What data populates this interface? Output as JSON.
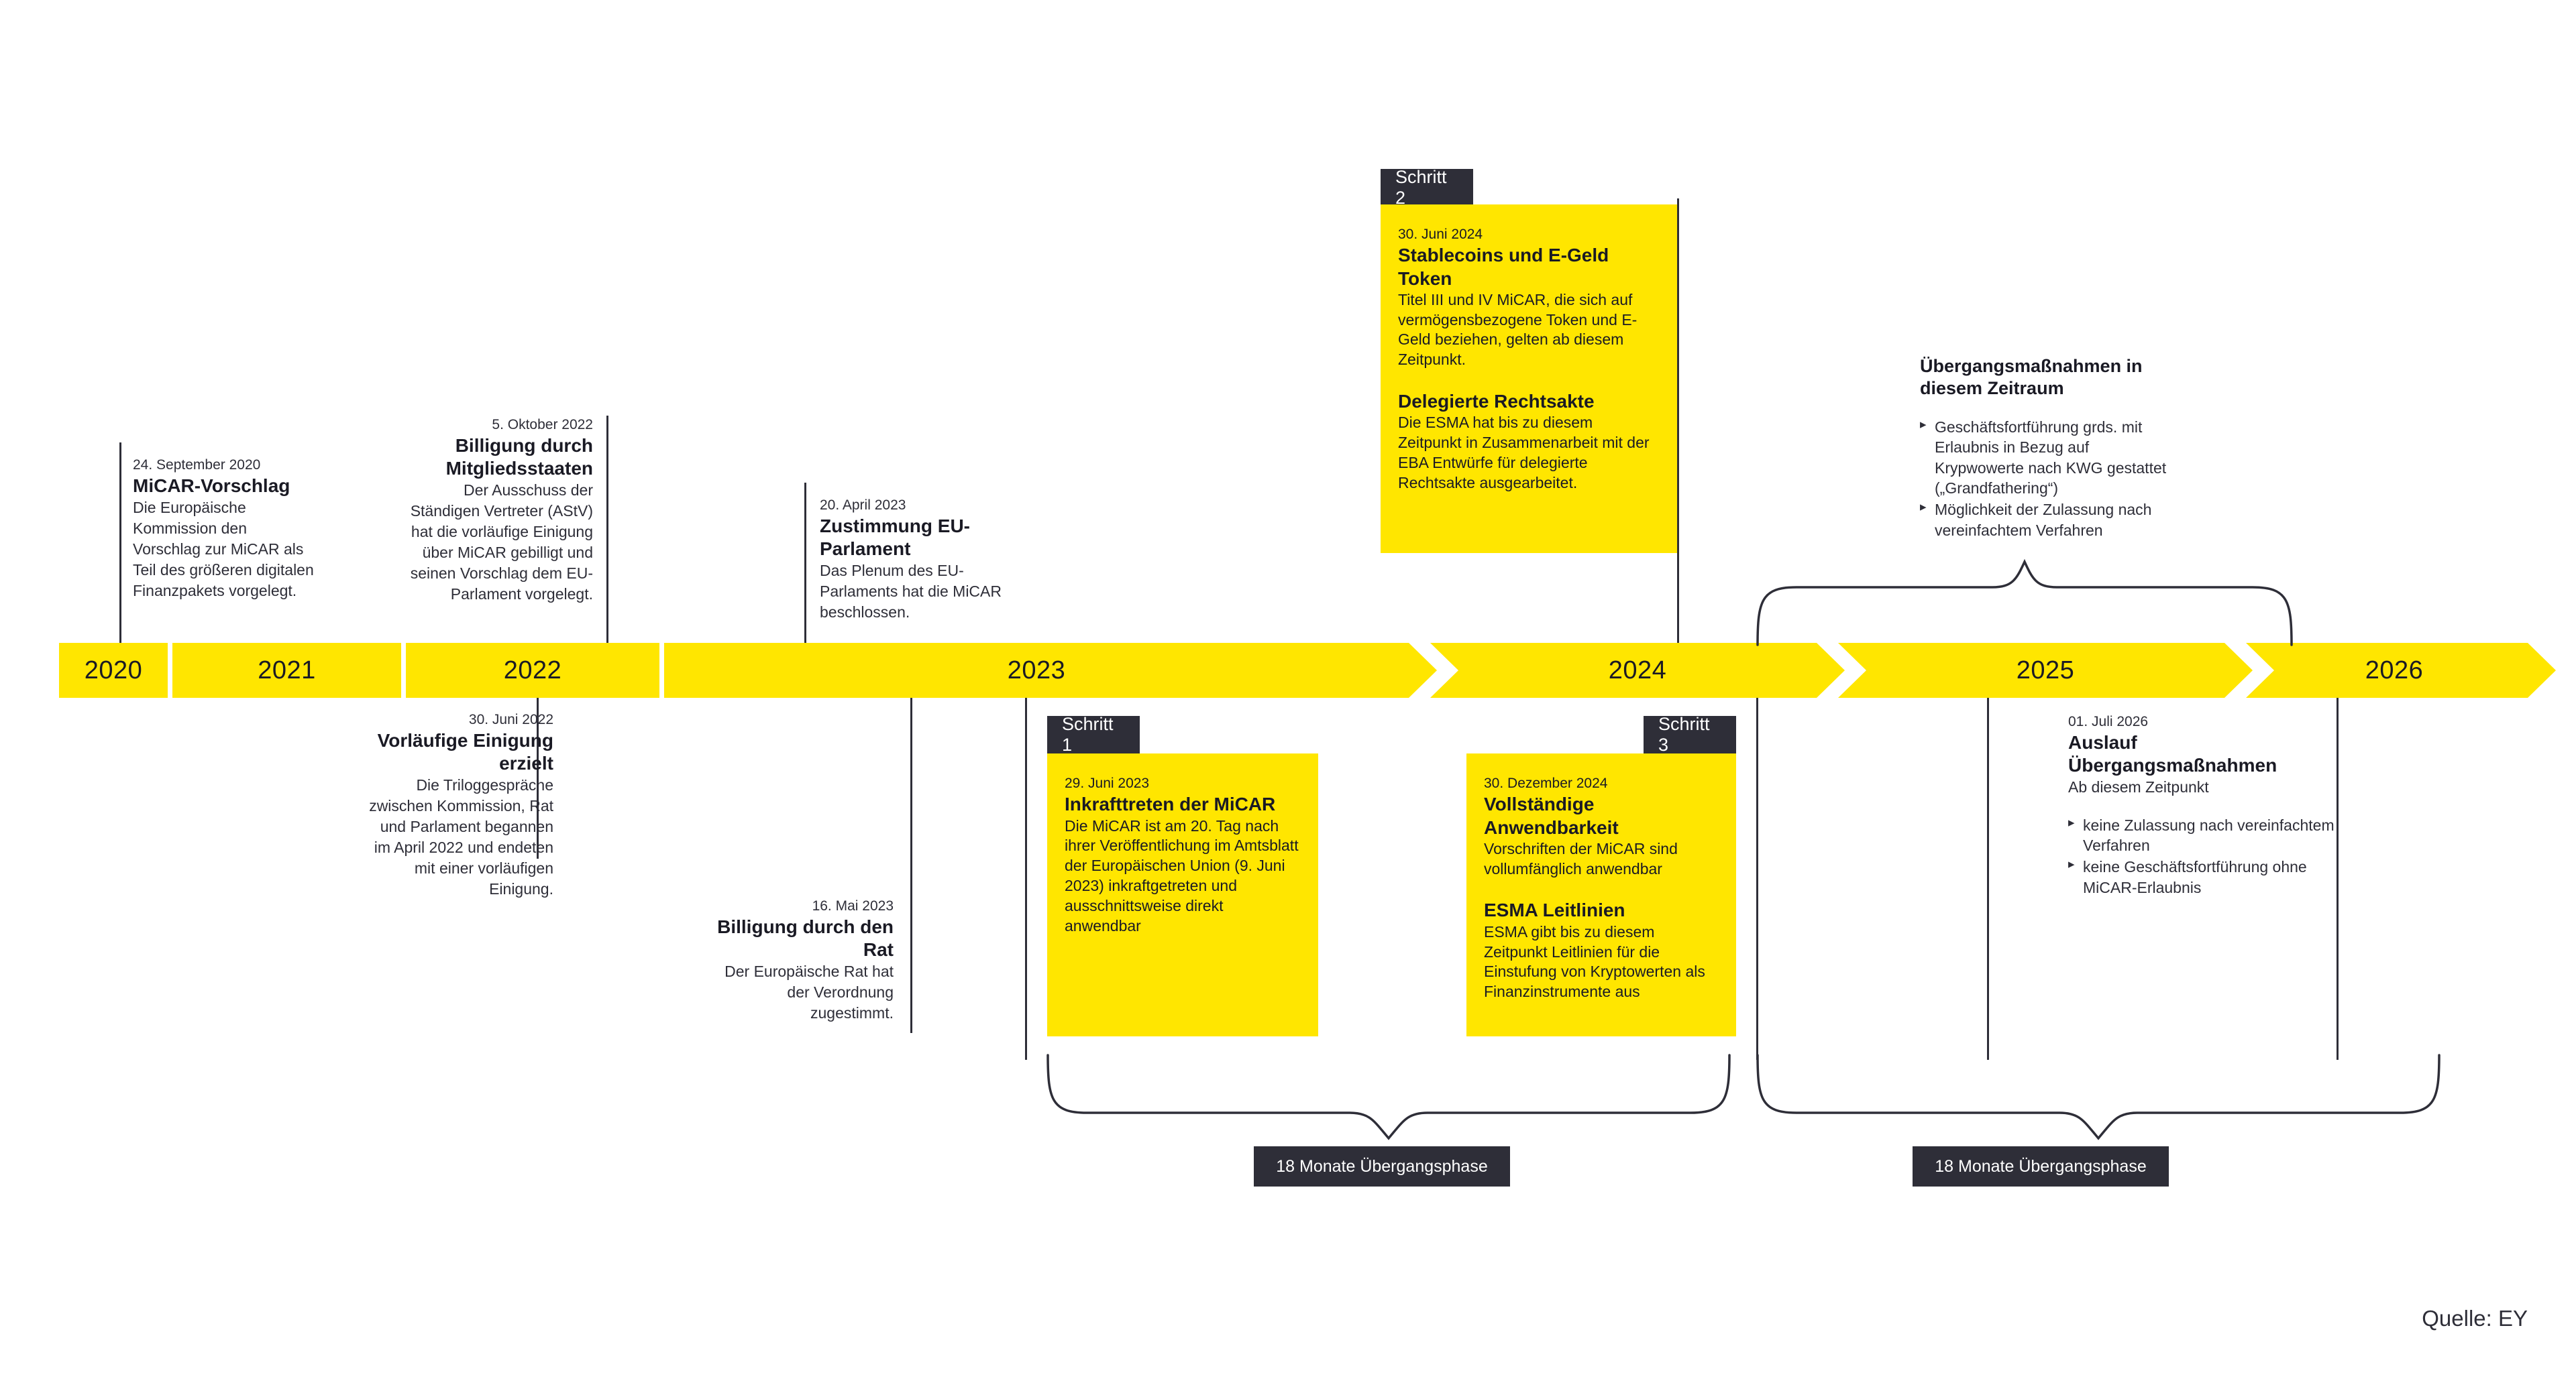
{
  "timeline": {
    "years": [
      {
        "label": "2020"
      },
      {
        "label": "2021"
      },
      {
        "label": "2022"
      },
      {
        "label": "2023"
      },
      {
        "label": "2024"
      },
      {
        "label": "2025"
      },
      {
        "label": "2026"
      }
    ]
  },
  "accent_color": "#ffe600",
  "dark_color": "#2e2e38",
  "events_above": [
    {
      "date": "24. September 2020",
      "title": "MiCAR-Vorschlag",
      "body": "Die Europäische Kommission den Vorschlag zur MiCAR als Teil des größeren digitalen Finanzpakets vorgelegt."
    },
    {
      "date": "5. Oktober 2022",
      "title": "Billigung durch Mitgliedsstaaten",
      "body": "Der Ausschuss der Ständigen Vertreter (AStV) hat die vorläufige Einigung über MiCAR gebilligt und seinen Vorschlag dem EU-Parlament vorgelegt."
    },
    {
      "date": "20. April 2023",
      "title": "Zustimmung EU-Parlament",
      "body": "Das Plenum des EU-Parlaments hat die MiCAR beschlossen."
    }
  ],
  "events_below": [
    {
      "date": "30. Juni 2022",
      "title": "Vorläufige Einigung erzielt",
      "body": "Die Triloggespräche zwischen Kommission, Rat und Parlament begannen im April 2022 und endeten mit einer vorläufigen Einigung."
    },
    {
      "date": "16. Mai 2023",
      "title": "Billigung durch den Rat",
      "body": "Der Europäische Rat hat der Verordnung zugestimmt."
    }
  ],
  "cards": [
    {
      "chip": "Schritt 1",
      "date": "29. Juni 2023",
      "title": "Inkrafttreten der MiCAR",
      "body": "Die MiCAR ist am 20. Tag nach ihrer Veröffentlichung im Amtsblatt der Europäischen Union (9. Juni 2023) inkraftgetreten und ausschnittsweise direkt anwendbar"
    },
    {
      "chip": "Schritt 2",
      "date": "30. Juni 2024",
      "title": "Stablecoins und E-Geld Token",
      "body": "Titel III und IV MiCAR, die sich auf vermögensbezogene Token und E-Geld beziehen, gelten ab diesem Zeitpunkt.",
      "title2": "Delegierte Rechtsakte",
      "body2": "Die ESMA hat bis zu diesem Zeitpunkt in Zusammenarbeit mit der EBA Entwürfe für delegierte Rechtsakte ausgearbeitet."
    },
    {
      "chip": "Schritt 3",
      "date": "30. Dezember 2024",
      "title": "Vollständige Anwendbarkeit",
      "body": "Vorschriften der MiCAR sind vollumfänglich anwendbar",
      "title2": "ESMA Leitlinien",
      "body2": "ESMA gibt bis zu diesem Zeitpunkt Leitlinien für die Einstufung von Kryptowerten als Finanzinstrumente aus"
    }
  ],
  "transition_top": {
    "title": "Übergangsmaßnahmen in diesem Zeitraum",
    "bullets": [
      "Geschäftsfortführung grds. mit Erlaubnis in Bezug auf Krypwowerte nach KWG gestattet („Grandfathering“)",
      "Möglichkeit der Zulassung nach vereinfachtem Verfahren"
    ]
  },
  "transition_end": {
    "date": "01. Juli 2026",
    "title": "Auslauf Übergangsmaßnahmen",
    "subtitle": "Ab diesem Zeitpunkt",
    "bullets": [
      "keine Zulassung  nach vereinfachtem Verfahren",
      "keine Geschäftsfortführung ohne MiCAR-Erlaubnis"
    ]
  },
  "phase_labels": [
    {
      "label": "18 Monate Übergangsphase"
    },
    {
      "label": "18 Monate Übergangsphase"
    }
  ],
  "source": "Quelle: EY"
}
